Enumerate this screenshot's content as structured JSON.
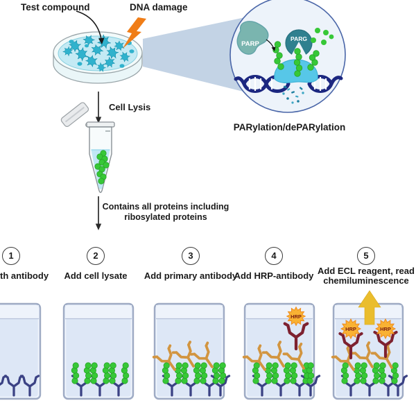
{
  "header": {
    "test_compound": "Test compound",
    "dna_damage": "DNA damage"
  },
  "inset": {
    "parp": "PARP",
    "parg": "PARG",
    "caption": "PARylation/dePARylation"
  },
  "flow": {
    "cell_lysis": "Cell Lysis",
    "lysate_note": "Contains all proteins including ribosylated proteins"
  },
  "steps": [
    {
      "number": "1",
      "label": "th antibody"
    },
    {
      "number": "2",
      "label": "Add cell lysate"
    },
    {
      "number": "3",
      "label": "Add primary antibody"
    },
    {
      "number": "4",
      "label": "Add HRP-antibody"
    },
    {
      "number": "5",
      "label": "Add ECL reagent, read chemiluminescence"
    }
  ],
  "enzyme_tag": "HRP",
  "icons": {
    "lightning-bolt-icon": "DNA damage flash",
    "magnifier-cone-icon": "zoom-in cone",
    "up-arrow-icon": "chemiluminescence signal",
    "down-arrow-icon": "process step arrow"
  },
  "colors": {
    "bolt_orange": "#f07d17",
    "par_green": "#37c837",
    "capture_antibody_navy": "#3b4284",
    "primary_antibody_orange": "#d29540",
    "hrp_antibody_red": "#7d2130",
    "hrp_burst": "#f9b233",
    "signal_gold": "#eabd2d",
    "dna_navy": "#1c2780",
    "parp_teal": "#7ab5af",
    "parg_teal": "#2f808f",
    "parp_on_dna_blue": "#57c7e8",
    "well_fill": "#dde7f6",
    "inset_fill": "#edf3fa",
    "dish_liquid": "#c4eaf4",
    "cell_teal": "#30b2cd"
  }
}
